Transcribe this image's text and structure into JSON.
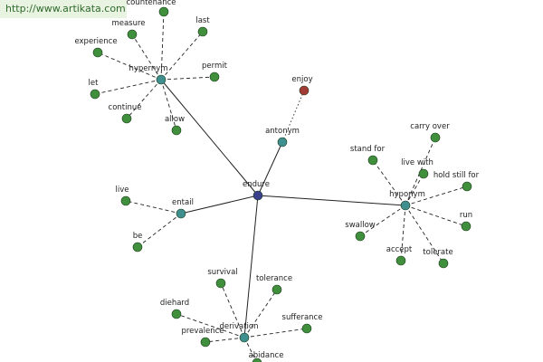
{
  "watermark": "http://www.artikata.com",
  "colors": {
    "center": "#3b3f8c",
    "relation": "#3f8f8f",
    "leaf": "#3f8f3c",
    "antonym": "#a33a35",
    "line": "#222222"
  },
  "nodes": {
    "endure": "endure",
    "hypernym": "hypernym",
    "antonym": "antonym",
    "enjoy": "enjoy",
    "entail": "entail",
    "hyponym": "hyponym",
    "derivation": "derivation",
    "countenance": "countenance",
    "measure": "measure",
    "last": "last",
    "experience": "experience",
    "permit": "permit",
    "let": "let",
    "continue": "continue",
    "allow": "allow",
    "live": "live",
    "be": "be",
    "carry_over": "carry over",
    "stand_for": "stand for",
    "live_with": "live with",
    "hold_still_for": "hold still for",
    "swallow": "swallow",
    "run": "run",
    "accept": "accept",
    "tolerate": "tolerate",
    "survival": "survival",
    "tolerance": "tolerance",
    "diehard": "diehard",
    "sufferance": "sufferance",
    "prevalence": "prevalence",
    "abidance": "abidance"
  }
}
